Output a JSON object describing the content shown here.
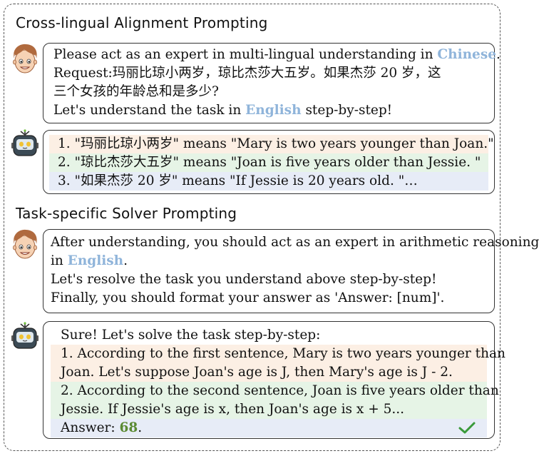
{
  "section1": {
    "title": "Cross-lingual Alignment Prompting",
    "user_prompt": {
      "line1_a": "Please act as an expert in multi-lingual understanding in ",
      "line1_hl": "Chinese",
      "line1_b": ".",
      "line2": "Request:玛丽比琼小两岁，琼比杰莎大五岁。如果杰莎 20 岁，这",
      "line3": "三个女孩的年龄总和是多少?",
      "line4_a": "Let's understand the task in ",
      "line4_hl": "English",
      "line4_b": " step-by-step!"
    },
    "bot_reply": {
      "items": [
        "1. \"玛丽比琼小两岁\" means \"Mary is two years younger than Joan.\"",
        "2. \"琼比杰莎大五岁\" means \"Joan is five years older than Jessie. \"",
        "3. \"如果杰莎 20 岁\" means \"If Jessie is 20 years old. \"…"
      ]
    }
  },
  "section2": {
    "title": "Task-specific Solver Prompting",
    "user_prompt": {
      "line1": "After understanding, you should act as an expert in arithmetic reasoning",
      "line2_a": "in ",
      "line2_hl": "English",
      "line2_b": ".",
      "line3": "Let's resolve the task you understand above step-by-step!",
      "line4": "Finally, you should format your answer as 'Answer: [num]'."
    },
    "bot_reply": {
      "line1": "Sure! Let's solve the task step-by-step:",
      "line2": "1. According to the first sentence, Mary is two years younger than",
      "line3": "Joan. Let's suppose Joan's age is J, then Mary's age is J - 2.",
      "line4": "2. According to the second sentence, Joan is five years older than",
      "line5": "Jessie. If Jessie's age is x, then Joan's age is x + 5...",
      "answer_label": "Answer: ",
      "answer_value": "68",
      "answer_suffix": "."
    }
  },
  "colors": {
    "highlight": "#8fb4da",
    "answer": "#5a8a32",
    "check": "#3a9a3a",
    "row_orange": "#fcefe4",
    "row_green": "#e6f4e6",
    "row_blue": "#e7ecf7"
  },
  "icons": [
    "user-avatar-icon",
    "robot-avatar-icon",
    "checkmark-icon"
  ]
}
